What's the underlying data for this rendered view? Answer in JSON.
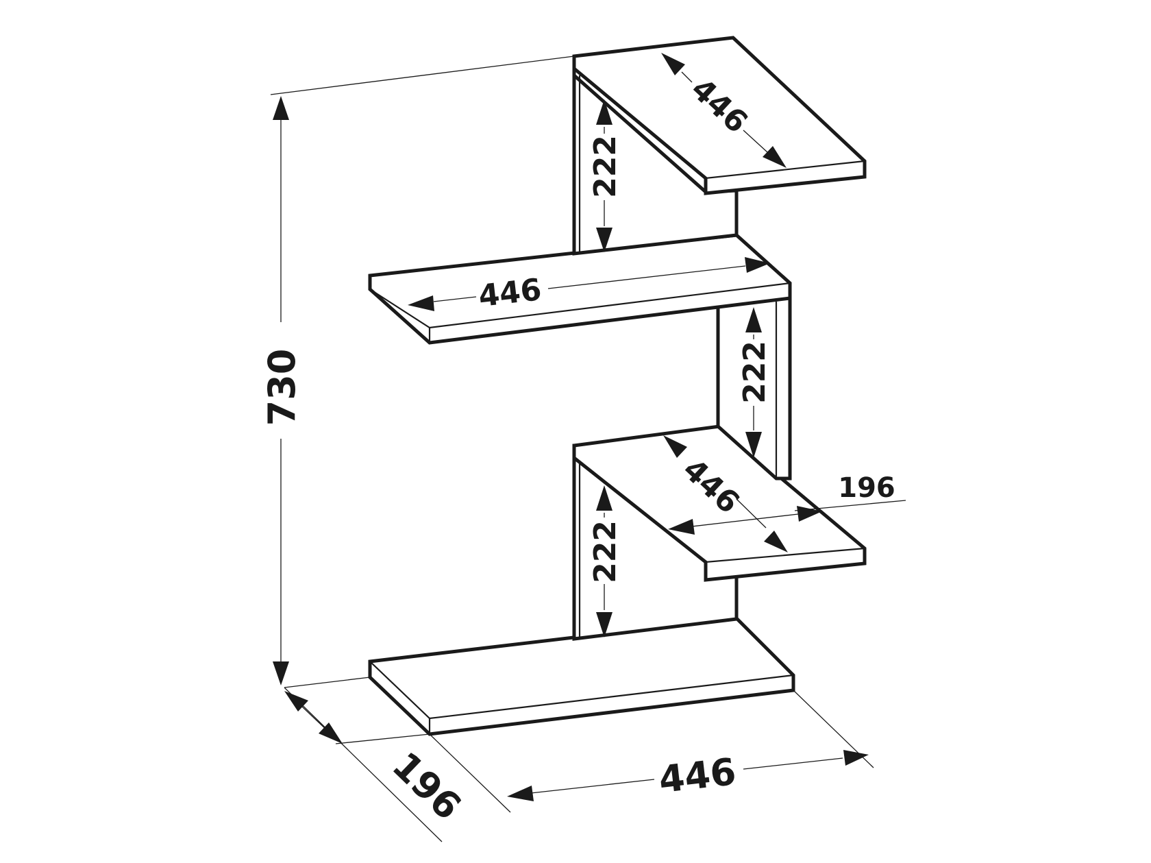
{
  "diagram": {
    "colors": {
      "ink": "#1a1a1a",
      "background": "#ffffff"
    },
    "dimensions": {
      "overall_height": "730",
      "overall_width": "446",
      "overall_depth": "196",
      "top_shelf_width": "446",
      "shelf2_width": "446",
      "shelf3_width": "446",
      "shelf3_depth": "196",
      "gap_upper": "222",
      "gap_middle": "222",
      "gap_lower": "222"
    }
  }
}
